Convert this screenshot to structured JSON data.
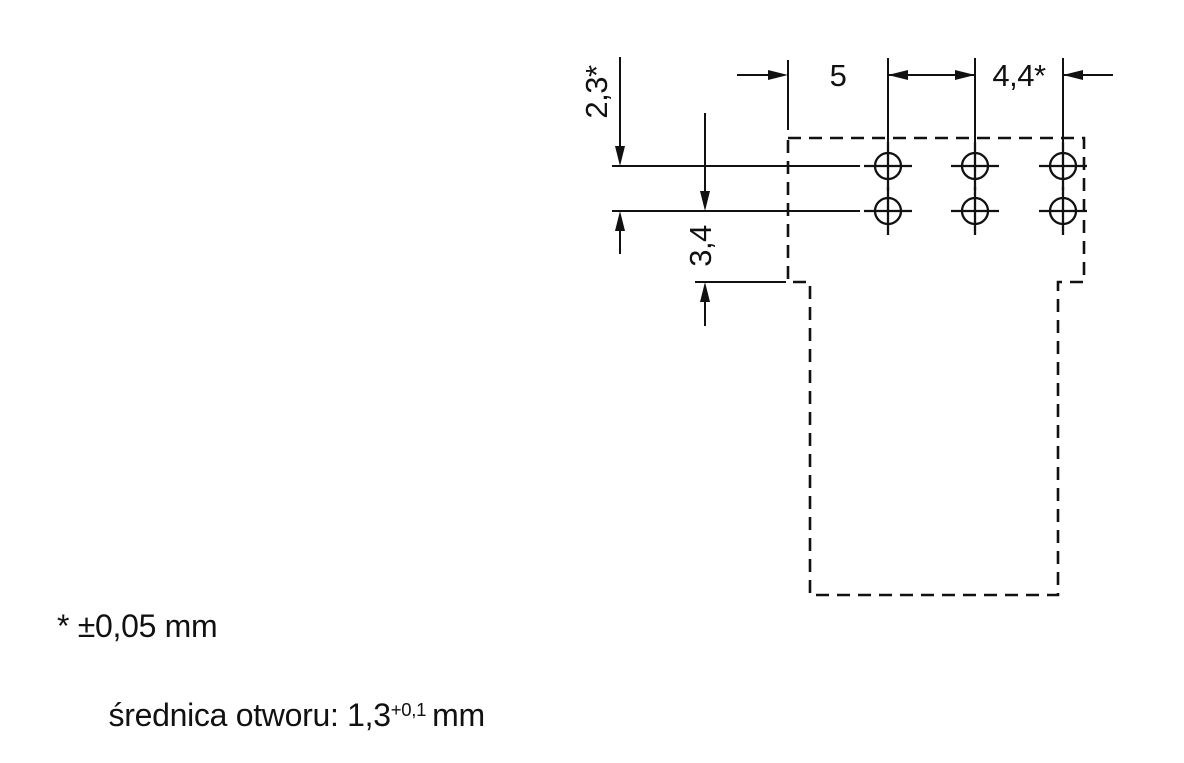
{
  "figure": {
    "diagram_type": "drilling-template",
    "hole_rows": 2,
    "hole_columns": 3
  },
  "drawing": {
    "dim_horizontal_1": "5",
    "dim_horizontal_2": "4,4*",
    "dim_vertical_1": "2,3*",
    "dim_vertical_2": "3,4"
  },
  "notes": {
    "tolerance": "* ±0,05 mm",
    "hole_diameter_prefix": "średnica otworu: 1,3",
    "hole_diameter_sup": "+0,1",
    "hole_diameter_unit": "mm"
  },
  "colors": {
    "line": "#111111",
    "background": "#ffffff"
  }
}
